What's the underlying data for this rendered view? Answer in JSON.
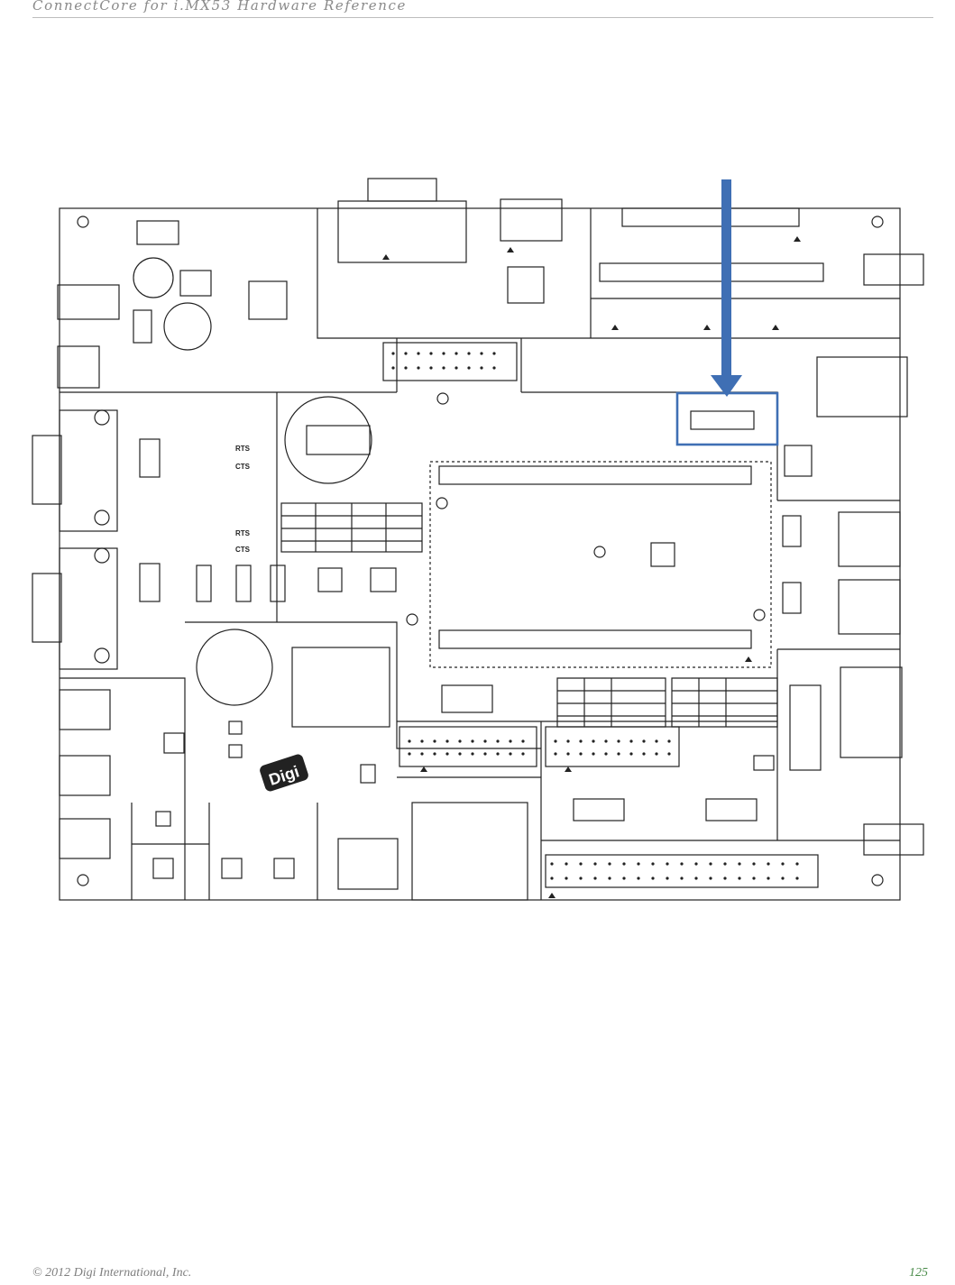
{
  "header": {
    "title": "ConnectCore for i.MX53 Hardware Reference"
  },
  "figure": {
    "silkscreen": {
      "rts_1": "RTS",
      "cts_1": "CTS",
      "rts_2": "RTS",
      "cts_2": "CTS",
      "logo": "Digi"
    },
    "highlight_color": "#3f6fb4",
    "icons": [
      "down-arrow-icon",
      "highlight-box"
    ]
  },
  "footer": {
    "copyright": "© 2012 Digi International, Inc.",
    "page_number": "125"
  }
}
